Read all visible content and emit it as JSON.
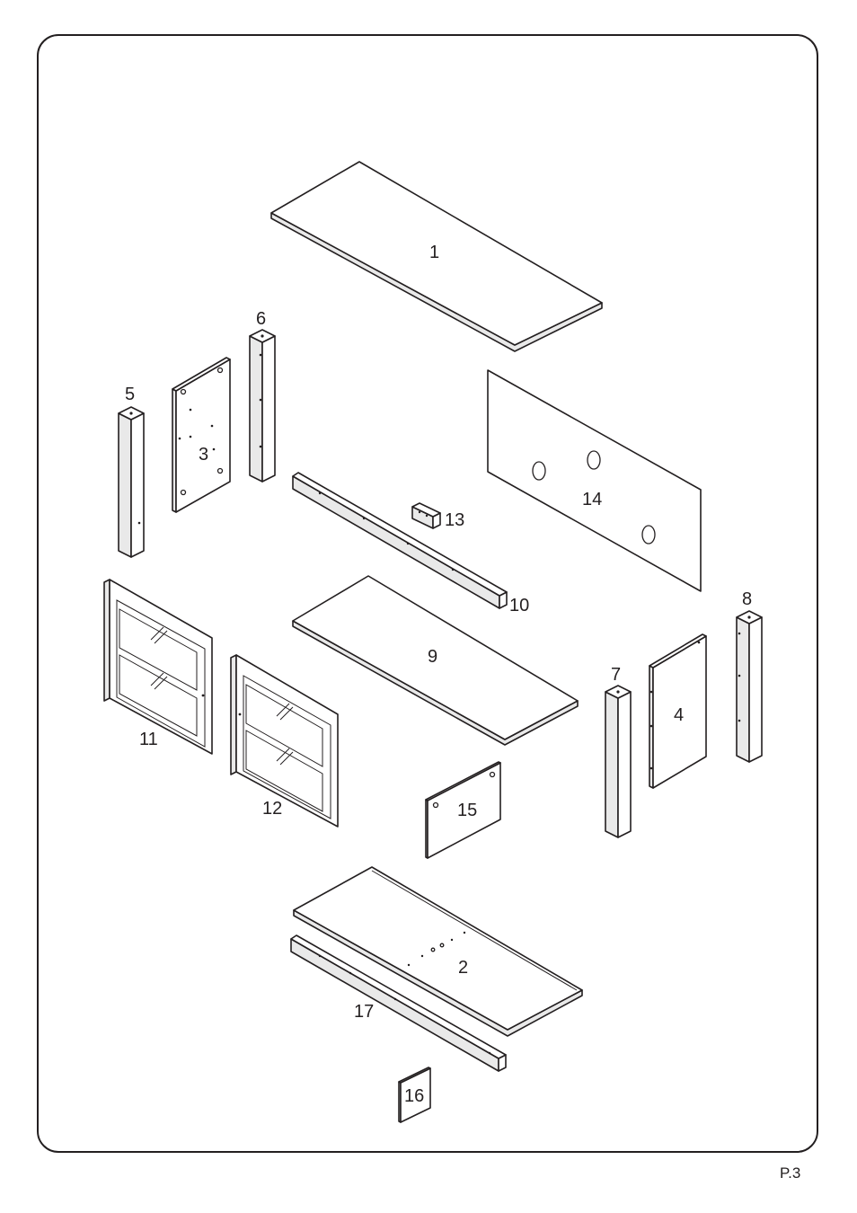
{
  "diagram": {
    "labels": {
      "p1": "1",
      "p2": "2",
      "p3": "3",
      "p4": "4",
      "p5": "5",
      "p6": "6",
      "p7": "7",
      "p8": "8",
      "p9": "9",
      "p10": "10",
      "p11": "11",
      "p12": "12",
      "p13": "13",
      "p14": "14",
      "p15": "15",
      "p16": "16",
      "p17": "17"
    }
  },
  "page": {
    "number": "P.3"
  },
  "colors": {
    "line": "#231f20",
    "background": "#ffffff"
  }
}
